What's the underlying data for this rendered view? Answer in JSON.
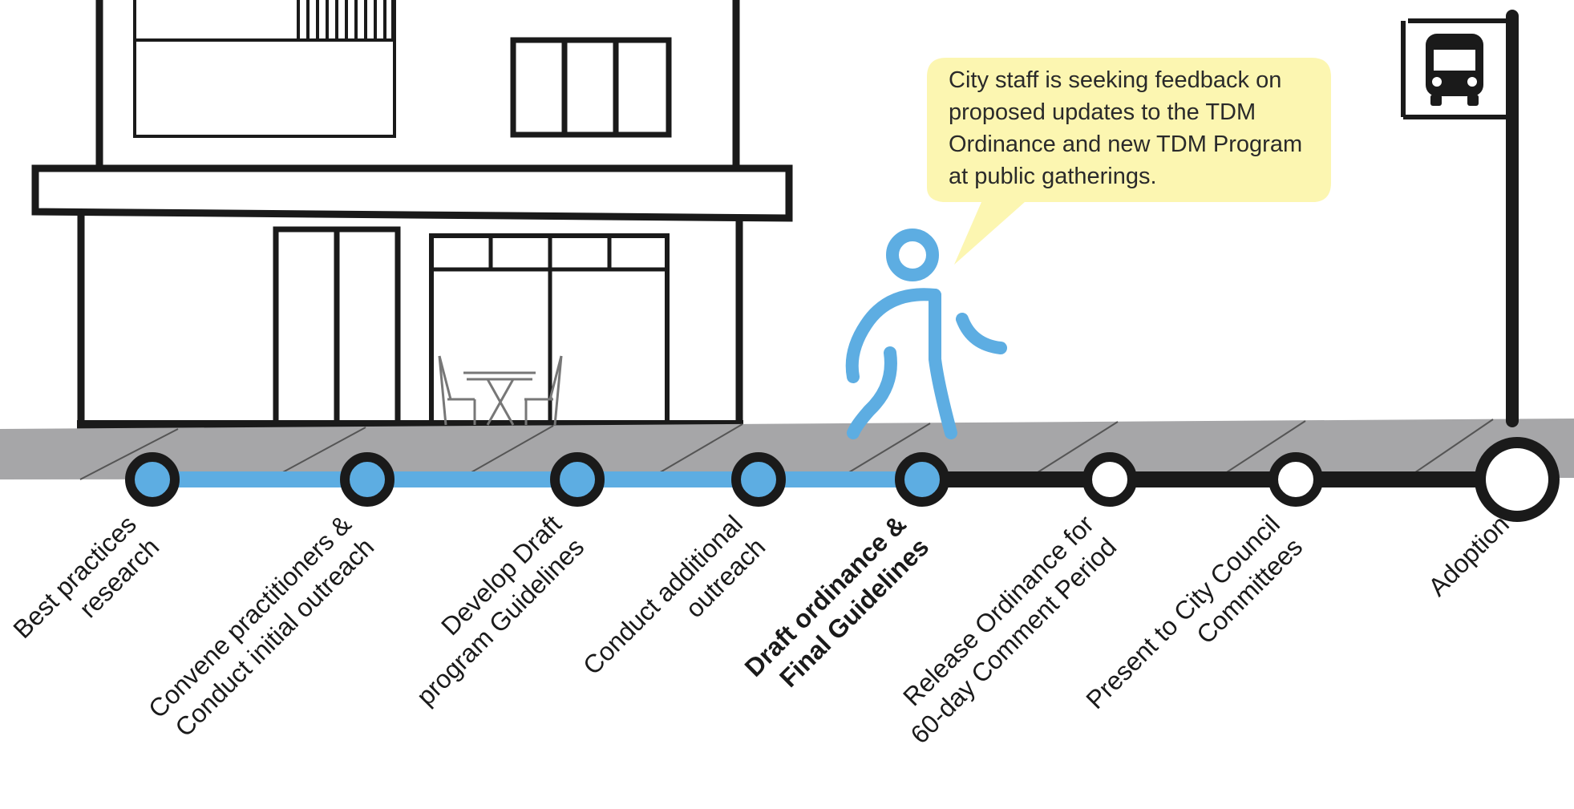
{
  "callout": {
    "lines": [
      "City staff is seeking feedback on",
      "proposed updates to the TDM",
      "Ordinance and new TDM Program",
      "at public gatherings."
    ]
  },
  "timeline": {
    "colors": {
      "completed": "#5dade2",
      "upcoming": "#1a1a1a",
      "ground": "#a6a6a8"
    },
    "steps": [
      {
        "lines": [
          "Best practices",
          "research"
        ],
        "status": "completed",
        "bold": false
      },
      {
        "lines": [
          "Convene practitioners &",
          "Conduct initial outreach"
        ],
        "status": "completed",
        "bold": false
      },
      {
        "lines": [
          "Develop Draft",
          "program Guidelines"
        ],
        "status": "completed",
        "bold": false
      },
      {
        "lines": [
          "Conduct additional",
          "outreach"
        ],
        "status": "completed",
        "bold": false
      },
      {
        "lines": [
          "Draft ordinance &",
          "Final Guidelines"
        ],
        "status": "current",
        "bold": true
      },
      {
        "lines": [
          "Release Ordinance for",
          "60-day Comment Period"
        ],
        "status": "upcoming",
        "bold": false
      },
      {
        "lines": [
          "Present to City Council",
          "Committees"
        ],
        "status": "upcoming",
        "bold": false
      },
      {
        "lines": [
          "Adoption"
        ],
        "status": "final",
        "bold": false
      }
    ]
  },
  "icons": {
    "pedestrian": "walking-person-icon",
    "bus_stop": "bus-icon"
  }
}
